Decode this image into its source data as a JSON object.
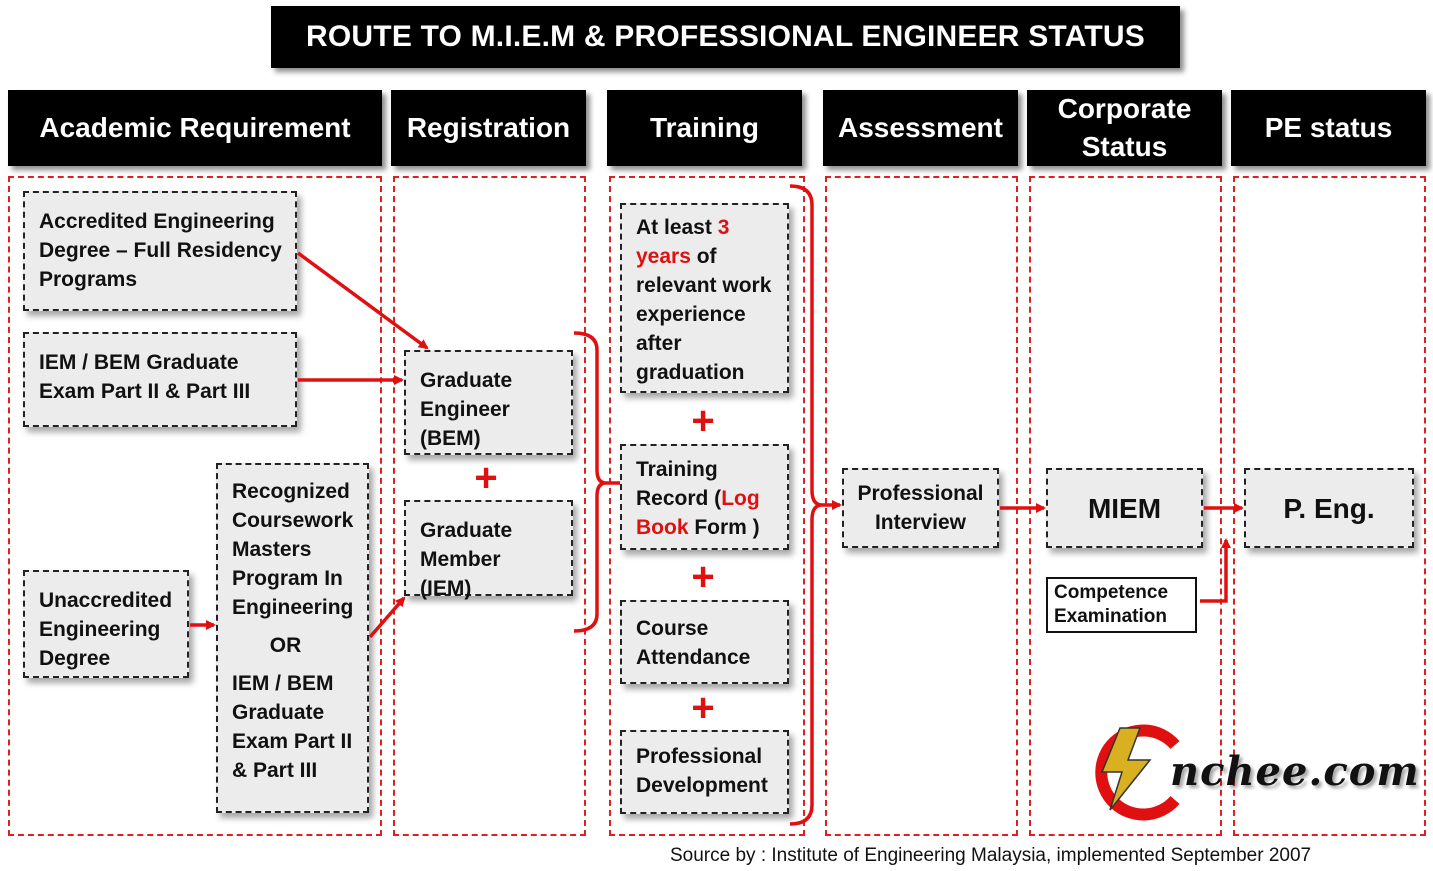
{
  "title": "ROUTE TO M.I.E.M & PROFESSIONAL ENGINEER STATUS",
  "columns": {
    "academic": "Academic Requirement",
    "registration": "Registration",
    "training": "Training",
    "assessment": "Assessment",
    "corporate_line1": "Corporate",
    "corporate_line2": "Status",
    "pe": "PE status"
  },
  "academic": {
    "accredited": [
      "Accredited Engineering",
      "Degree – Full Residency",
      "Programs"
    ],
    "graduate_exam": [
      "IEM / BEM Graduate",
      "Exam Part II  & Part III"
    ],
    "unaccredited": [
      "Unaccredited",
      "Engineering",
      "Degree"
    ],
    "masters": [
      "Recognized",
      "Coursework",
      "Masters",
      "Program In",
      "Engineering"
    ],
    "or_label": "OR",
    "masters_exam": [
      "IEM / BEM",
      "Graduate",
      "Exam Part II",
      "& Part III"
    ]
  },
  "registration": {
    "graduate_engineer": [
      "Graduate",
      "Engineer",
      "(BEM)"
    ],
    "graduate_member": [
      "Graduate",
      "Member",
      "(IEM)"
    ]
  },
  "training": {
    "work_experience": {
      "l1_pre": "At least ",
      "l1_red": "3",
      "l2_red": "years",
      "l2_post": " of",
      "l3": "relevant work",
      "l4": "experience",
      "l5": "after",
      "l6": "graduation"
    },
    "training_record": {
      "l1": "Training",
      "l2_pre": "Record (",
      "l2_red": "Log",
      "l3_red": "Book",
      "l3_post": " Form )"
    },
    "course_attendance": [
      "Course",
      "Attendance"
    ],
    "professional_development": [
      "Professional",
      "Development"
    ]
  },
  "plus_symbol": "+",
  "assessment": {
    "professional_interview": [
      "Professional",
      "Interview"
    ]
  },
  "corporate": {
    "miem": "MIEM",
    "competence_exam": [
      "Competence",
      "Examination"
    ]
  },
  "pe": {
    "p_eng": "P. Eng."
  },
  "logo_text": "nchee.com",
  "source": "Source by : Institute of Engineering Malaysia, implemented September 2007",
  "colors": {
    "arrow": "#e01010",
    "frame": "#e02020",
    "box_fill": "#ececec",
    "banner": "#000000"
  }
}
